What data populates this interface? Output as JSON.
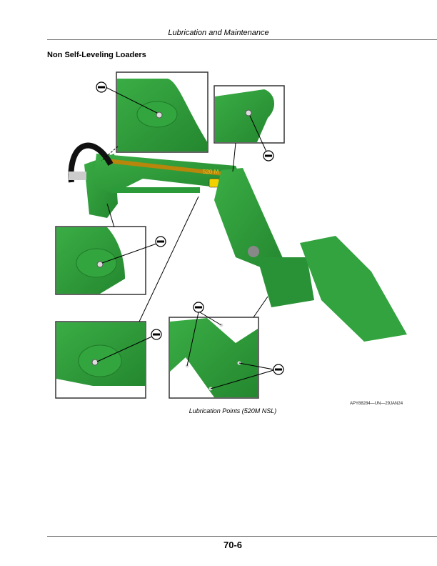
{
  "header": {
    "running_title": "Lubrication and Maintenance"
  },
  "section": {
    "title": "Non Self-Leveling Loaders"
  },
  "figure": {
    "figure_id": "APY88284—UN—29JAN24",
    "caption": "Lubrication Points (520M NSL)",
    "model_decal": "520 M",
    "grease_symbol": "grease-fitting-icon",
    "insets": [
      {
        "name": "upper-left-pivot-inset",
        "callouts": 1
      },
      {
        "name": "upper-right-boom-pivot-inset",
        "callouts": 1
      },
      {
        "name": "middle-left-cylinder-base-inset",
        "callouts": 1
      },
      {
        "name": "lower-left-cylinder-rod-inset",
        "callouts": 1
      },
      {
        "name": "bucket-linkage-inset",
        "callouts": 4
      }
    ],
    "colors": {
      "deere_green": "#2e9a3a",
      "frame_border": "#333333",
      "stripe": "#b8860b"
    }
  },
  "footer": {
    "page_number": "70-6"
  }
}
